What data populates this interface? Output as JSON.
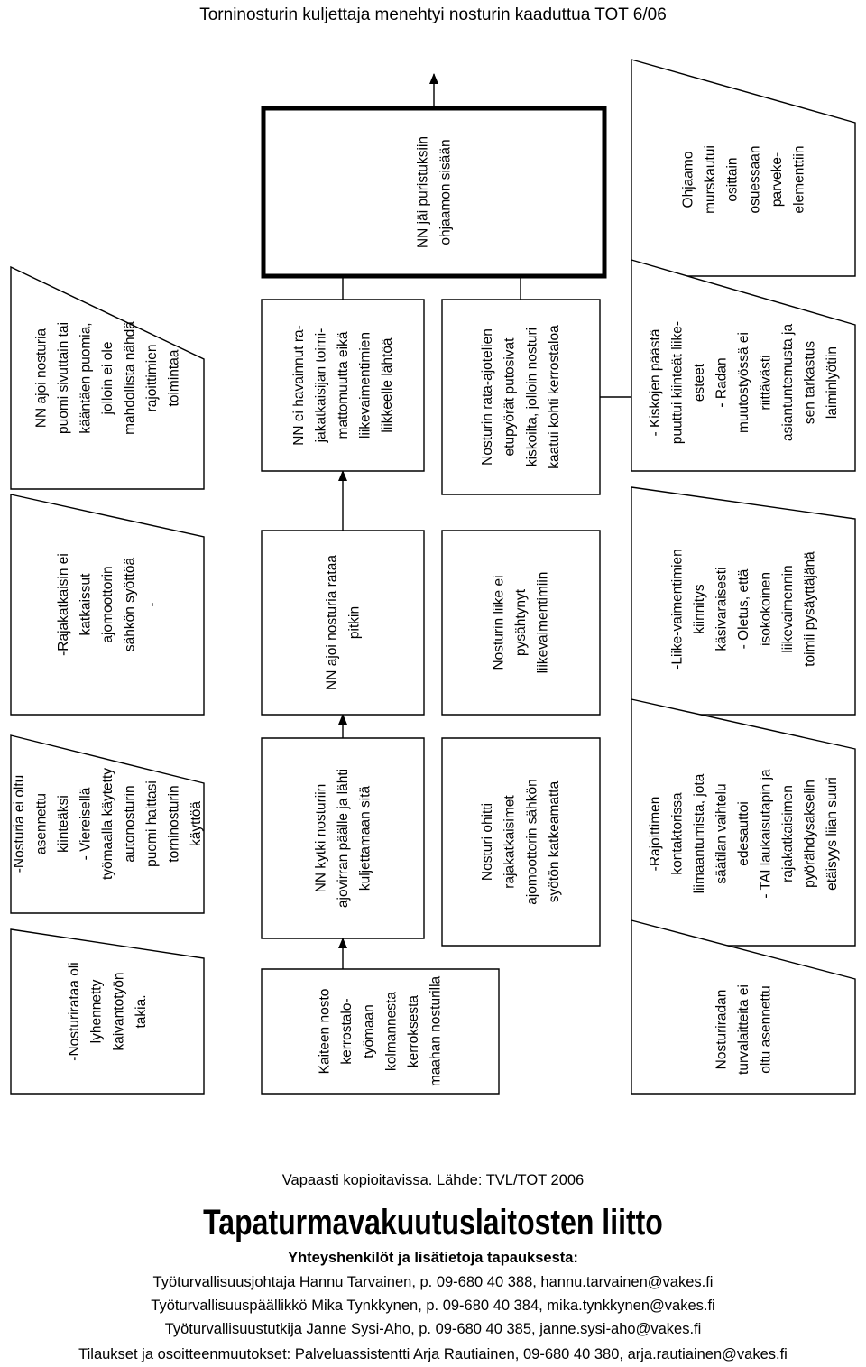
{
  "title": "Torninosturin kuljettaja menehtyi nosturin kaaduttua TOT 6/06",
  "boxes": [
    {
      "id": "c1r1",
      "lines": [
        "NN ajoi nosturia",
        "puomi sivuttain tai",
        "kääntäen puomia,",
        "jolloin ei ole",
        "mahdollista nähdä",
        "rajoittimien",
        "toimintaa"
      ]
    },
    {
      "id": "c1r2",
      "lines": [
        "-Rajakatkaisin ei",
        "katkaissut",
        "ajomoottorin",
        "sähkön syöttöä",
        "-"
      ]
    },
    {
      "id": "c1r3",
      "lines": [
        "-Nosturia ei oltu",
        "asennettu",
        "kiinteäksi",
        "- Viereisellä",
        "työmaalla käytetty",
        "autonosturin",
        "puomi haittasi",
        "torninosturin",
        "käyttöä"
      ]
    },
    {
      "id": "c1r4",
      "lines": [
        "-Nosturirataa oli",
        "lyhennetty",
        "kaivantotyön",
        "takia."
      ]
    },
    {
      "id": "c2r1",
      "lines": [
        "NN ei havainnut ra-",
        "jakatkaisijan toimi-",
        "mattomuutta eikä",
        "liikevaimentimien",
        "liikkeelle lähtöä"
      ]
    },
    {
      "id": "c2r2",
      "lines": [
        "NN ajoi nosturia rataa",
        "pitkin"
      ]
    },
    {
      "id": "c2r3",
      "lines": [
        "NN kytki nosturiin",
        "ajovirran päälle ja lähti",
        "kuljettamaan sitä"
      ]
    },
    {
      "id": "c2r4",
      "lines": [
        "Kaiteen nosto",
        "kerrostalo-",
        "työmaan",
        "kolmannesta",
        "kerroksesta",
        "maahan nosturilla"
      ]
    },
    {
      "id": "top",
      "lines": [
        "NN jäi puristuksiin",
        "ohjaamon sisään"
      ]
    },
    {
      "id": "c3r1",
      "lines": [
        "Nosturin rata-ajotelien",
        "etupyörät putosivat",
        "kiskoilta, jolloin nosturi",
        "kaatui kohti kerrostaloa"
      ]
    },
    {
      "id": "c3r2",
      "lines": [
        "Nosturin liike ei",
        "pysähtynyt",
        "liikevaimentimiin"
      ]
    },
    {
      "id": "c3r3",
      "lines": [
        "Nosturi ohitti",
        "rajakatkaisimet",
        "ajomoottorin sähkön",
        "syötön katkeamatta"
      ]
    },
    {
      "id": "c4r0",
      "lines": [
        "Ohjaamo",
        "murskautui",
        "osittain",
        "osuessaan",
        "parveke-",
        "elementtiin"
      ]
    },
    {
      "id": "c4r1",
      "lines": [
        "- Kiskojen päästä",
        "puuttui kiinteät liike-",
        "esteet",
        "- Radan",
        "muutostyössä ei",
        "riittävästi",
        "asiantuntemusta ja",
        "sen tarkastus",
        "laiminlyötiin"
      ]
    },
    {
      "id": "c4r2",
      "lines": [
        "-Liike-vaimentimien",
        "kiinnitys",
        "käsivaraisesti",
        "- Oletus, että",
        "isokokoinen",
        "liikevaimennin",
        "toimii pysäyttäjänä"
      ]
    },
    {
      "id": "c4r3",
      "lines": [
        "-Rajoittimen",
        "kontaktorissa",
        "liimaantumista, jota",
        "säätilan vaihtelu",
        "edesauttoi",
        "- TAI laukaisutapin ja",
        "rajakatkaisimen",
        "pyörähdysakselin",
        "etäisyys liian suuri"
      ]
    },
    {
      "id": "c4r4",
      "lines": [
        "Nosturiradan",
        "turvalaitteita ei",
        "oltu asennettu"
      ]
    }
  ],
  "footer": {
    "copy": "Vapaasti kopioitavissa. Lähde: TVL/TOT 2006",
    "brand": "Tapaturmavakuutuslaitosten liitto",
    "contacts_heading": "Yhteyshenkilöt ja lisätietoja tapauksesta:",
    "contacts": [
      "Työturvallisuusjohtaja Hannu Tarvainen, p. 09-680 40 388, hannu.tarvainen@vakes.fi",
      "Työturvallisuuspäällikkö Mika Tynkkynen, p. 09-680 40 384, mika.tynkkynen@vakes.fi",
      "Työturvallisuustutkija Janne Sysi-Aho, p. 09-680 40 385, janne.sysi-aho@vakes.fi"
    ],
    "orders": "Tilaukset ja osoitteenmuutokset: Palveluassistentti Arja Rautiainen, 09-680 40 380, arja.rautiainen@vakes.fi"
  }
}
